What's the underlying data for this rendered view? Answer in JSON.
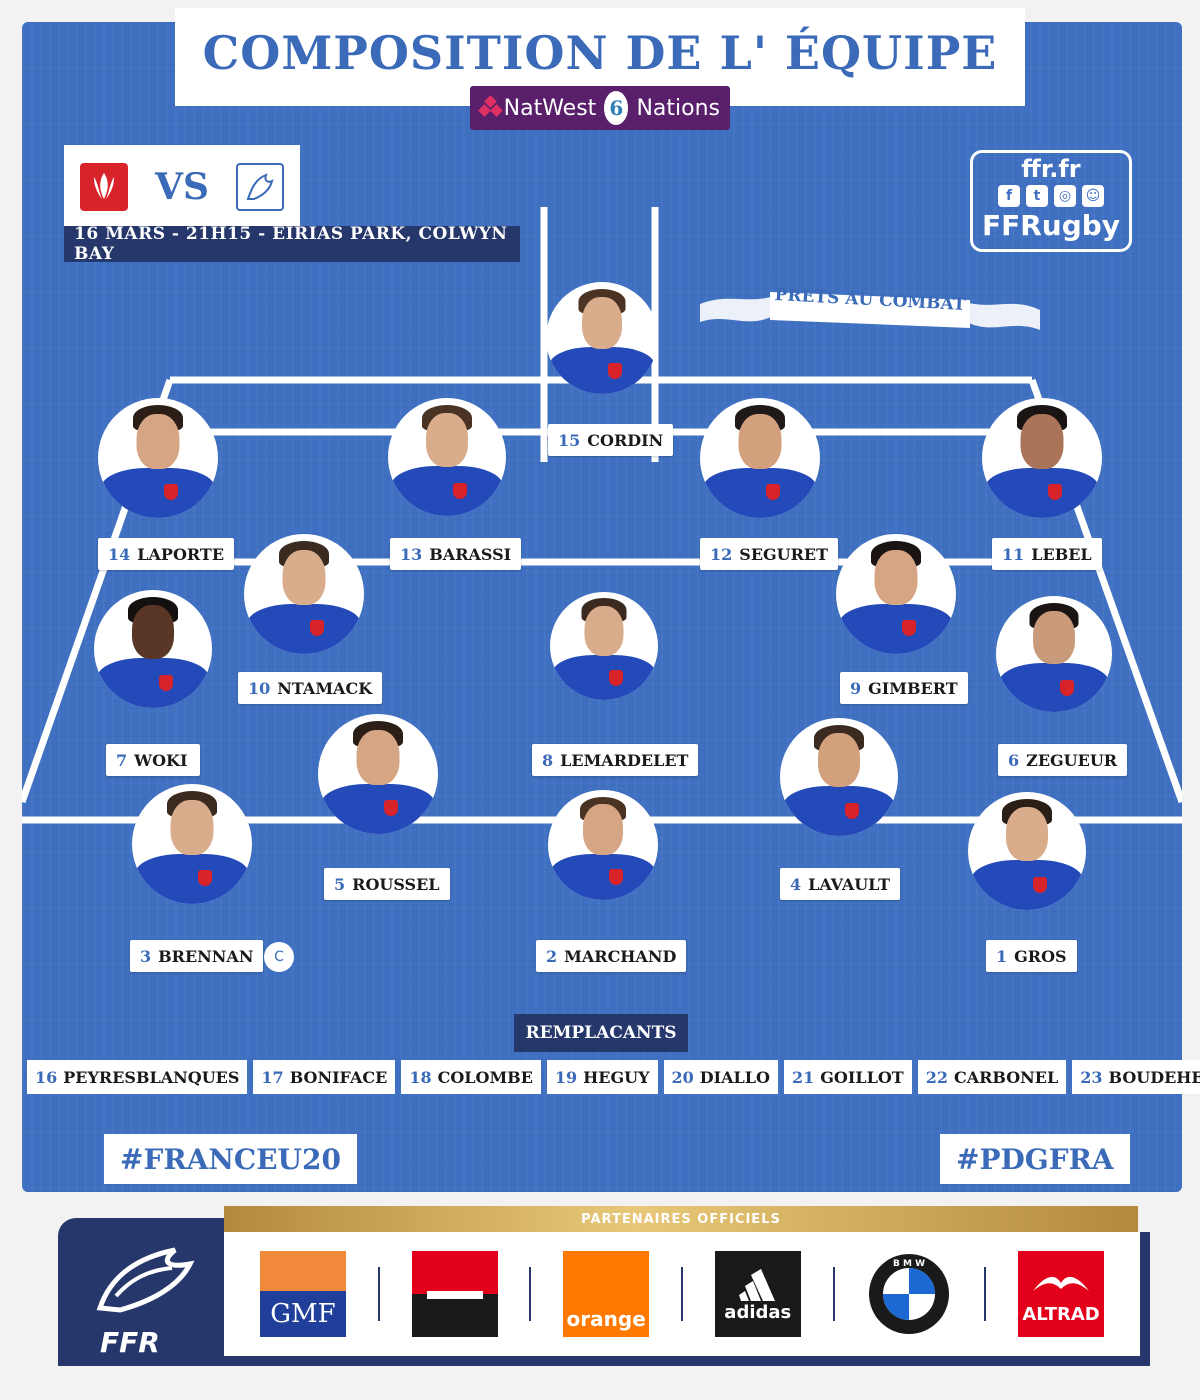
{
  "title": "COMPOSITION DE L' ÉQUIPE",
  "competition": {
    "left": "NatWest",
    "right": "Nations",
    "center_icon": "6"
  },
  "match": {
    "vs": "VS",
    "info": "16 MARS - 21H15 - EIRIAS PARK, COLWYN BAY",
    "home_icon": "wales-feathers-icon",
    "away_icon": "france-rooster-icon"
  },
  "social": {
    "site": "ffr.fr",
    "handle": "FFRugby",
    "icons": [
      "facebook-icon",
      "twitter-icon",
      "instagram-icon",
      "snapchat-icon"
    ]
  },
  "slogan": "PRÊTS AU COMBAT",
  "players": [
    {
      "num": "15",
      "name": "CORDIN"
    },
    {
      "num": "14",
      "name": "LAPORTE"
    },
    {
      "num": "13",
      "name": "BARASSI"
    },
    {
      "num": "12",
      "name": "SEGURET"
    },
    {
      "num": "11",
      "name": "LEBEL"
    },
    {
      "num": "10",
      "name": "NTAMACK"
    },
    {
      "num": "9",
      "name": "GIMBERT"
    },
    {
      "num": "7",
      "name": "WOKI"
    },
    {
      "num": "8",
      "name": "LEMARDELET"
    },
    {
      "num": "6",
      "name": "ZEGUEUR"
    },
    {
      "num": "5",
      "name": "ROUSSEL"
    },
    {
      "num": "4",
      "name": "LAVAULT"
    },
    {
      "num": "3",
      "name": "BRENNAN"
    },
    {
      "num": "2",
      "name": "MARCHAND"
    },
    {
      "num": "1",
      "name": "GROS"
    }
  ],
  "captain_mark": "C",
  "subs_title": "REMPLACANTS",
  "subs": [
    {
      "num": "16",
      "name": "PEYRESBLANQUES"
    },
    {
      "num": "17",
      "name": "BONIFACE"
    },
    {
      "num": "18",
      "name": "COLOMBE"
    },
    {
      "num": "19",
      "name": "HEGUY"
    },
    {
      "num": "20",
      "name": "DIALLO"
    },
    {
      "num": "21",
      "name": "GOILLOT"
    },
    {
      "num": "22",
      "name": "CARBONEL"
    },
    {
      "num": "23",
      "name": "BOUDEHENT"
    }
  ],
  "hashtags": {
    "left": "#FRANCEU20",
    "right": "#PDGFRA"
  },
  "partners": {
    "title": "PARTENAIRES OFFICIELS",
    "ffr": "FFR",
    "logos": [
      {
        "name": "GMF",
        "text": "GMF"
      },
      {
        "name": "Societe Generale",
        "text": ""
      },
      {
        "name": "orange",
        "text": "orange"
      },
      {
        "name": "adidas",
        "text": "adidas"
      },
      {
        "name": "BMW",
        "text": "B M W"
      },
      {
        "name": "ALTRAD",
        "text": "ALTRAD"
      }
    ]
  },
  "colors": {
    "field": "#3f70c1",
    "navy": "#26386b",
    "title_blue": "#3a6ab8",
    "natwest_purple": "#5a1f6b",
    "gold": "#c9a455"
  }
}
